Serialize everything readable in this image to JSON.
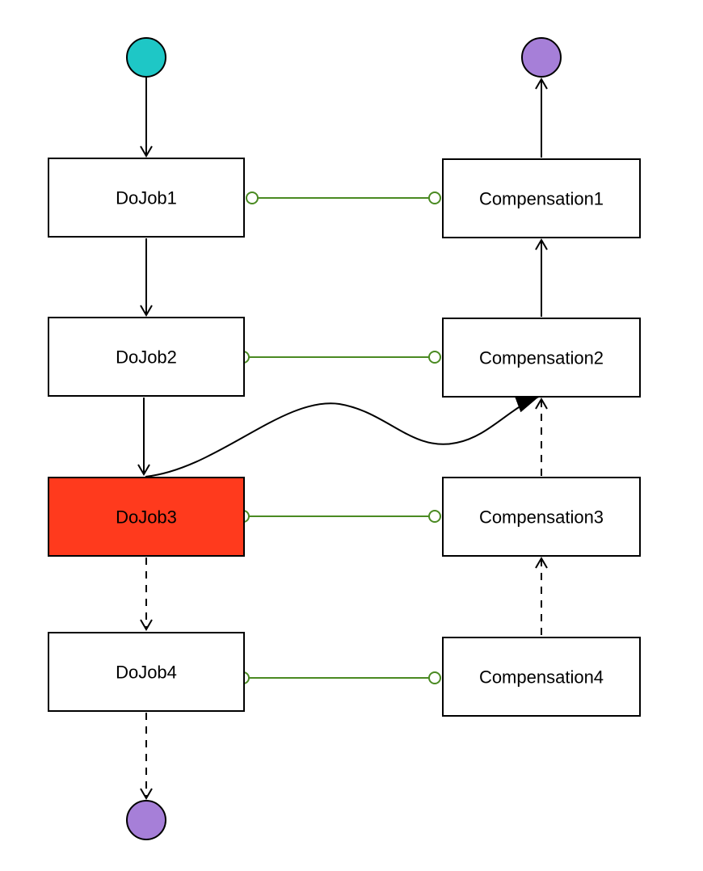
{
  "colors": {
    "start_node": "#1ec7c6",
    "end_node": "#a67fd8",
    "failed_job": "#ff3a1d",
    "normal_box": "#ffffff",
    "compensation_link": "#4a8a22",
    "stroke": "#000000"
  },
  "jobs": [
    {
      "label": "DoJob1",
      "state": "normal"
    },
    {
      "label": "DoJob2",
      "state": "normal"
    },
    {
      "label": "DoJob3",
      "state": "failed"
    },
    {
      "label": "DoJob4",
      "state": "normal"
    }
  ],
  "compensations": [
    {
      "label": "Compensation1"
    },
    {
      "label": "Compensation2"
    },
    {
      "label": "Compensation3"
    },
    {
      "label": "Compensation4"
    }
  ],
  "nodes": {
    "start": {
      "kind": "start"
    },
    "end_compensation": {
      "kind": "end"
    },
    "end_jobs": {
      "kind": "end"
    }
  }
}
